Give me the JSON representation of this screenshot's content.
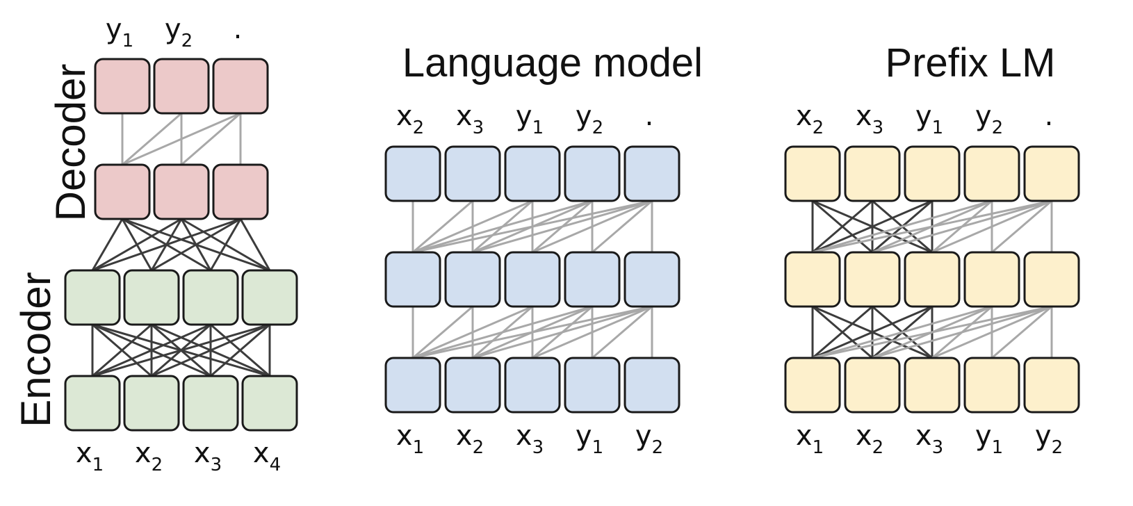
{
  "colors": {
    "decoder": "#ecc9c9",
    "encoder": "#dce8d5",
    "language_model": "#d2dff0",
    "prefix_lm": "#fdf0cc",
    "dark_line": "#3c3c3c",
    "light_line": "#a8a8a8"
  },
  "encoder_decoder": {
    "encoder_label": "Encoder",
    "decoder_label": "Decoder",
    "outputs": [
      {
        "base": "y",
        "sub": "1"
      },
      {
        "base": "y",
        "sub": "2"
      },
      {
        "base": ".",
        "sub": ""
      }
    ],
    "inputs": [
      {
        "base": "x",
        "sub": "1"
      },
      {
        "base": "x",
        "sub": "2"
      },
      {
        "base": "x",
        "sub": "3"
      },
      {
        "base": "x",
        "sub": "4"
      }
    ]
  },
  "language_model": {
    "title": "Language model",
    "outputs": [
      {
        "base": "x",
        "sub": "2"
      },
      {
        "base": "x",
        "sub": "3"
      },
      {
        "base": "y",
        "sub": "1"
      },
      {
        "base": "y",
        "sub": "2"
      },
      {
        "base": ".",
        "sub": ""
      }
    ],
    "inputs": [
      {
        "base": "x",
        "sub": "1"
      },
      {
        "base": "x",
        "sub": "2"
      },
      {
        "base": "x",
        "sub": "3"
      },
      {
        "base": "y",
        "sub": "1"
      },
      {
        "base": "y",
        "sub": "2"
      }
    ]
  },
  "prefix_lm": {
    "title": "Prefix LM",
    "prefix_length": 3,
    "outputs": [
      {
        "base": "x",
        "sub": "2"
      },
      {
        "base": "x",
        "sub": "3"
      },
      {
        "base": "y",
        "sub": "1"
      },
      {
        "base": "y",
        "sub": "2"
      },
      {
        "base": ".",
        "sub": ""
      }
    ],
    "inputs": [
      {
        "base": "x",
        "sub": "1"
      },
      {
        "base": "x",
        "sub": "2"
      },
      {
        "base": "x",
        "sub": "3"
      },
      {
        "base": "y",
        "sub": "1"
      },
      {
        "base": "y",
        "sub": "2"
      }
    ]
  }
}
